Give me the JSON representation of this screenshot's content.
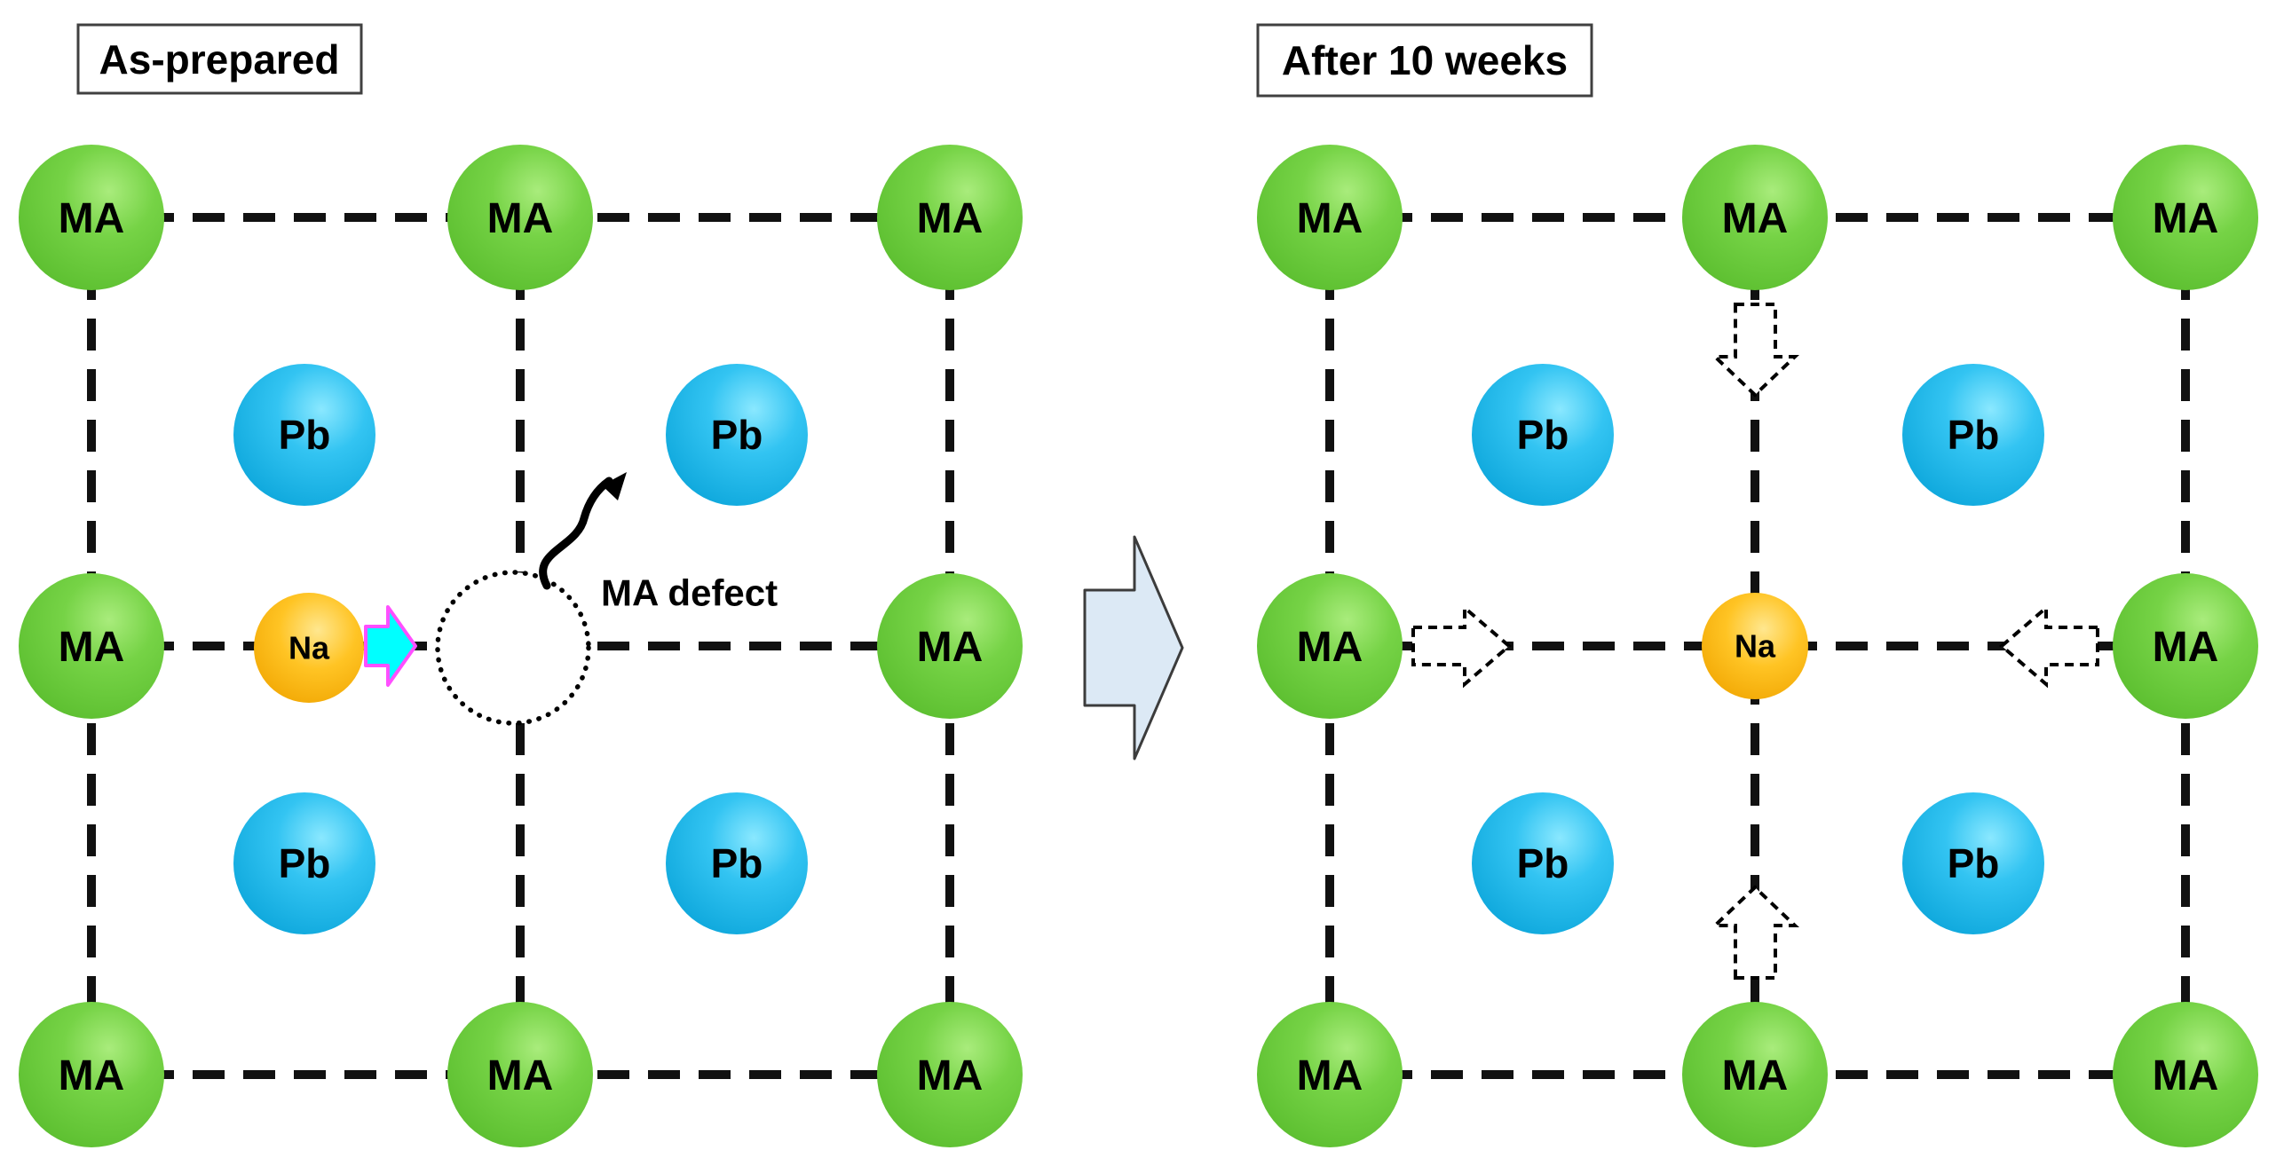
{
  "left_panel": {
    "title": "As-prepared",
    "ma_label": "MA",
    "pb_label": "Pb",
    "na_label": "Na",
    "defect_annotation": "MA defect",
    "lattice": {
      "ma_sites": 8,
      "pb_sites": 4,
      "na_interstitial_count": 1,
      "ma_vacancy_count": 1
    }
  },
  "right_panel": {
    "title": "After 10 weeks",
    "ma_label": "MA",
    "pb_label": "Pb",
    "na_label": "Na",
    "lattice": {
      "ma_sites": 8,
      "pb_sites": 4,
      "na_on_ma_site_count": 1,
      "inward_arrow_count": 4
    }
  },
  "colors": {
    "ma_atom_green": "#6cc83c",
    "pb_atom_blue": "#1eb6e8",
    "na_atom_orange": "#fdb50a",
    "lattice_bond_black": "#111111",
    "na_insertion_arrow_fill": "#00ffff",
    "na_insertion_arrow_border": "#ff4fff",
    "transition_arrow_fill": "#dce9f5",
    "transition_arrow_border": "#3c3c3c",
    "title_box_border": "#404040",
    "dashed_block_arrow_fill": "#ffffff",
    "text_black": "#000000",
    "background": "#ffffff"
  }
}
